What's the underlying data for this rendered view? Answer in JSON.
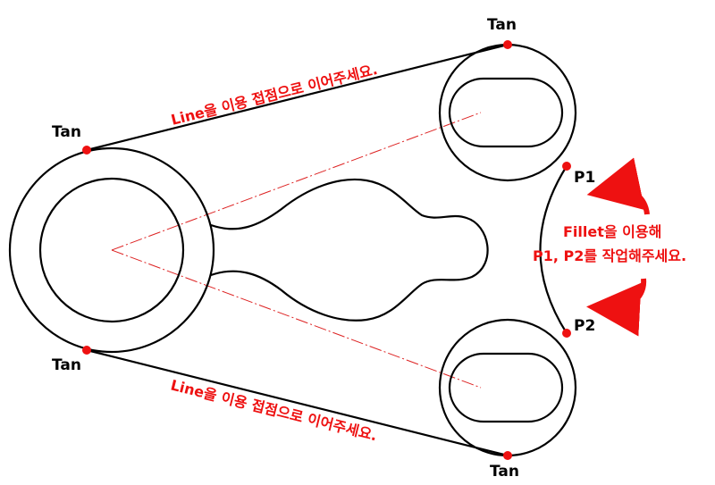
{
  "colors": {
    "outline": "#000000",
    "annotation": "#ee1111",
    "center_line": "#dd2222",
    "background": "#ffffff"
  },
  "labels": {
    "tan_top_right": "Tan",
    "tan_left_top": "Tan",
    "tan_left_bottom": "Tan",
    "tan_bottom_right": "Tan",
    "p1": "P1",
    "p2": "P2"
  },
  "notes": {
    "top_line": "Line을 이용 접점으로 이어주세요.",
    "bottom_line": "Line을 이용 접점으로 이어주세요.",
    "fillet_line1": "Fillet을 이용해",
    "fillet_line2": "P1, P2를 작업해주세요."
  }
}
